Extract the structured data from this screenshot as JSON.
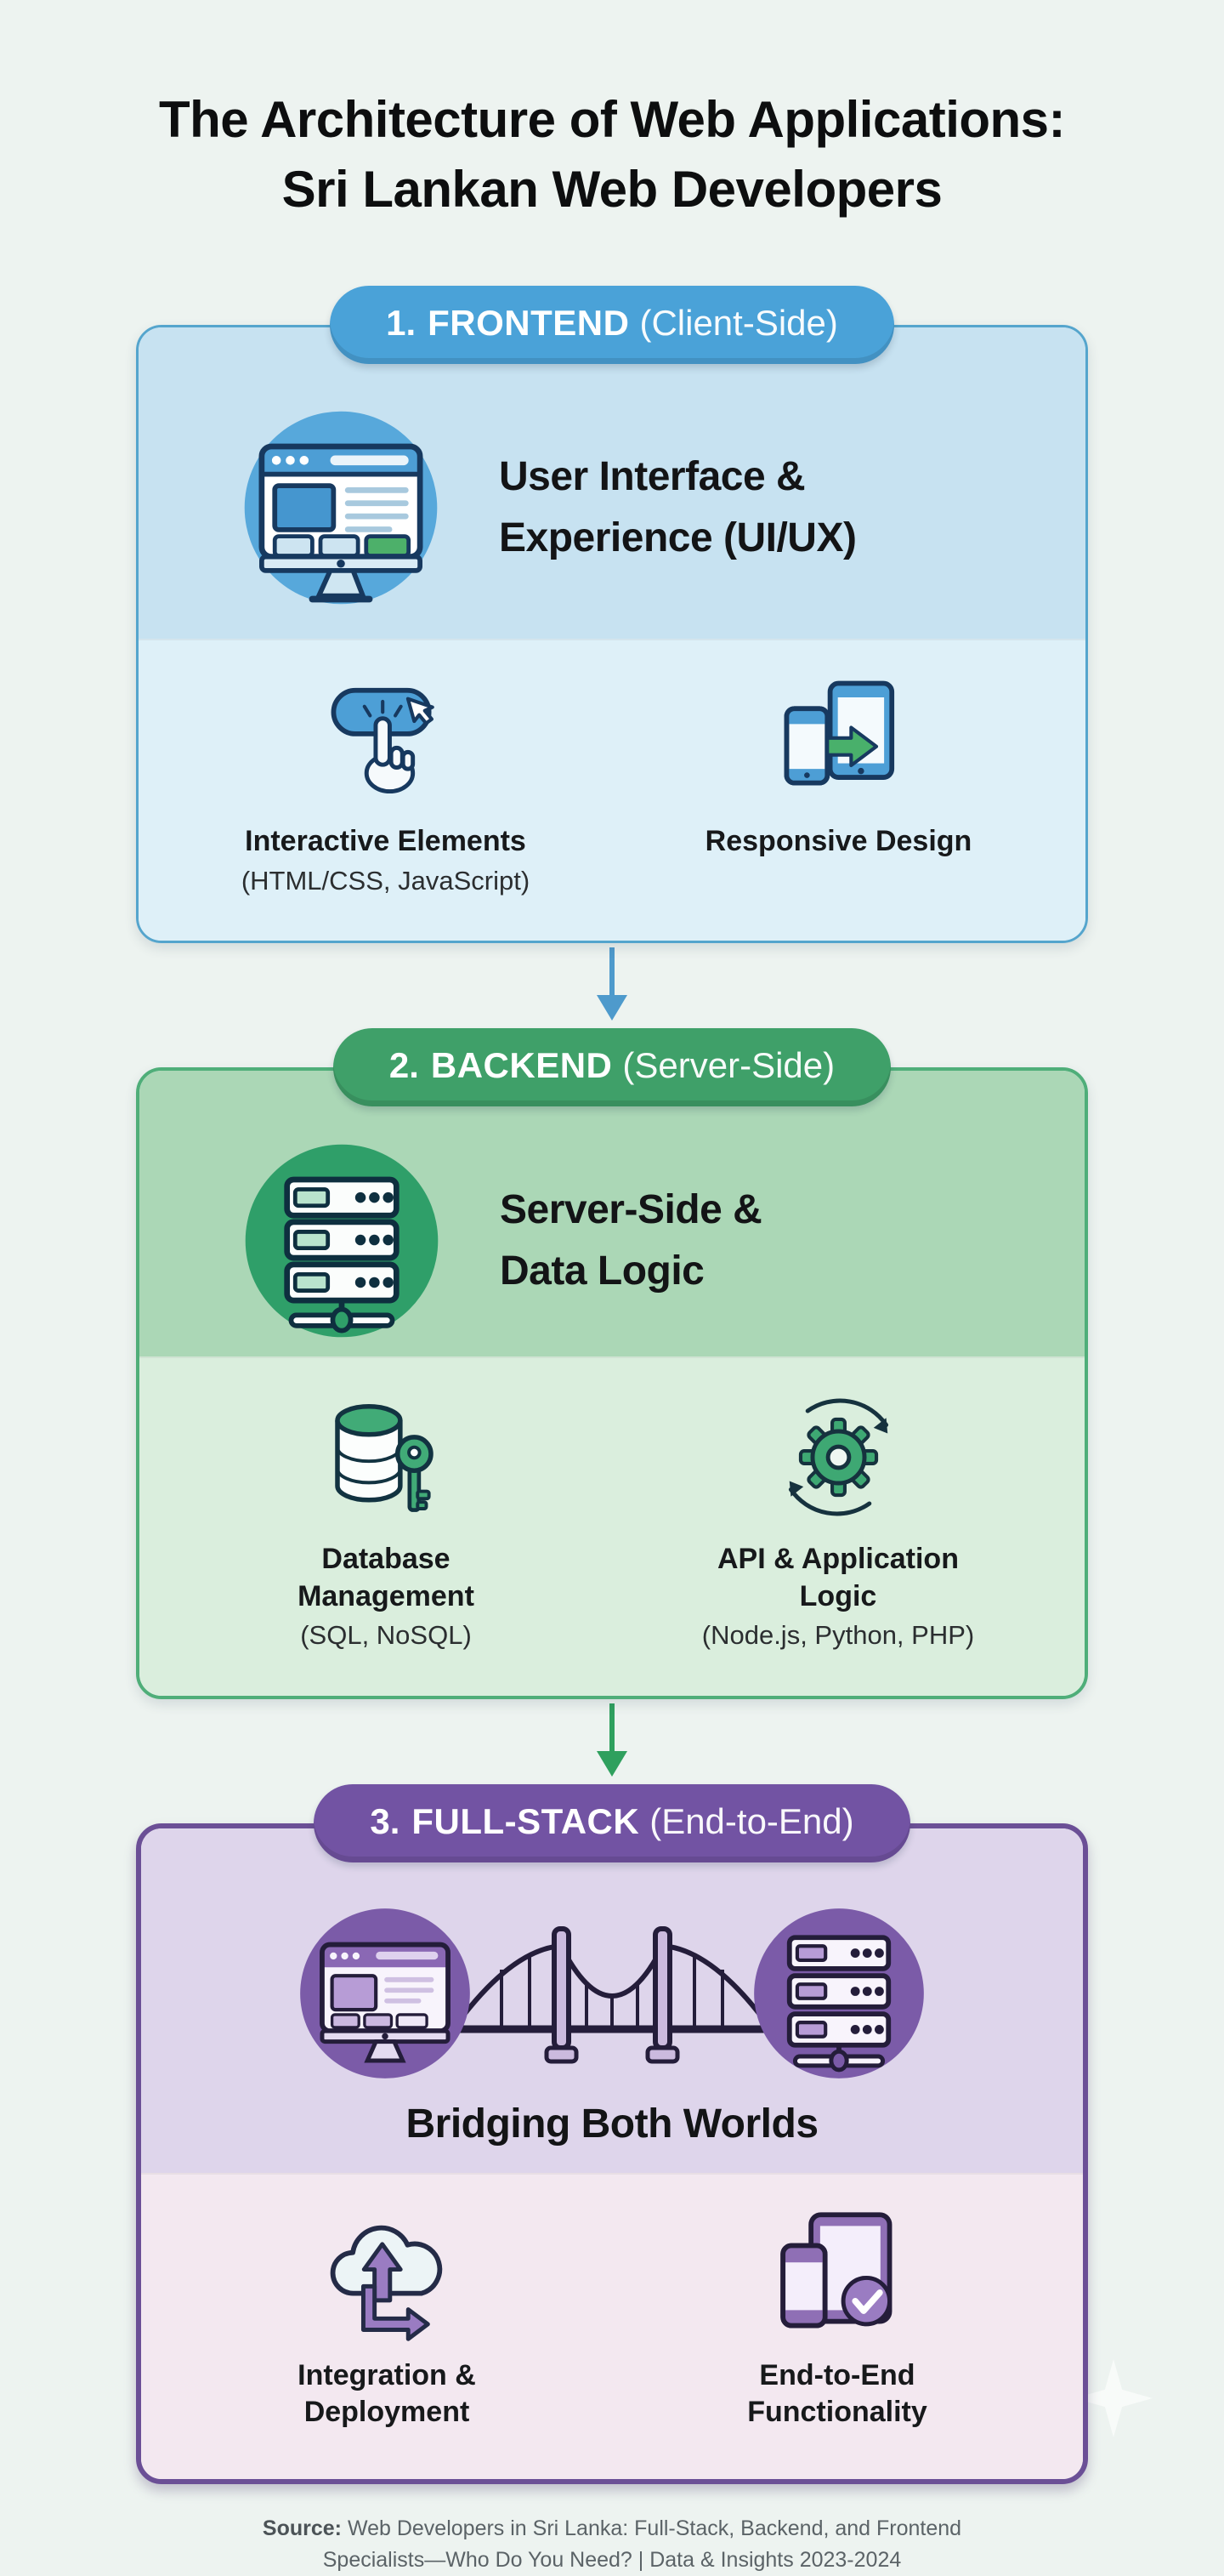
{
  "page": {
    "title": {
      "line1": "The Architecture of Web Applications:",
      "line2": "Sri Lankan Web Developers"
    },
    "footer": {
      "source_label": "Source:",
      "line1": " Web Developers in Sri Lanka: Full-Stack, Backend, and Frontend",
      "line2": "Specialists—Who Do You Need? | Data & Insights 2023-2024"
    }
  },
  "colors": {
    "background": "#edf3f0",
    "frontend_accent": "#4aa2d8",
    "frontend_card_top": "#c7e2f1",
    "frontend_card_bottom": "#def0f8",
    "backend_accent": "#3fa069",
    "backend_card_top": "#abd7b6",
    "backend_card_bottom": "#daeedd",
    "fullstack_accent": "#7253a3",
    "fullstack_card_top": "#ded5eb",
    "fullstack_card_bottom": "#f3e8f0",
    "arrow_blue": "#4e9acc",
    "arrow_green": "#2fa05e",
    "green_button": "#4db06a",
    "title_ink": "#0d0e0f"
  },
  "sections": [
    {
      "id": "frontend",
      "pill": {
        "number": "1.",
        "title": "FRONTEND",
        "subtitle": "(Client-Side)"
      },
      "hero": {
        "icon": "browser-monitor-icon",
        "heading_line1": "User Interface &",
        "heading_line2": "Experience (UI/UX)"
      },
      "features": [
        {
          "icon": "click-button-icon",
          "label": "Interactive Elements",
          "sub": "(HTML/CSS, JavaScript)"
        },
        {
          "icon": "responsive-devices-icon",
          "label": "Responsive Design",
          "sub": ""
        }
      ]
    },
    {
      "id": "backend",
      "pill": {
        "number": "2.",
        "title": "BACKEND",
        "subtitle": "(Server-Side)"
      },
      "hero": {
        "icon": "server-stack-icon",
        "heading_line1": "Server-Side &",
        "heading_line2": "Data Logic"
      },
      "features": [
        {
          "icon": "database-key-icon",
          "label": "Database Management",
          "sub": "(SQL, NoSQL)"
        },
        {
          "icon": "api-gear-sync-icon",
          "label": "API & Application Logic",
          "sub": "(Node.js, Python, PHP)"
        }
      ]
    },
    {
      "id": "fullstack",
      "pill": {
        "number": "3.",
        "title": "FULL-STACK",
        "subtitle": "(End-to-End)"
      },
      "hero": {
        "icons": [
          "frontend-browser-icon",
          "bridge-icon",
          "backend-servers-icon"
        ],
        "heading": "Bridging Both Worlds"
      },
      "features": [
        {
          "icon": "cloud-deploy-icon",
          "label": "Integration & Deployment",
          "sub": ""
        },
        {
          "icon": "devices-check-icon",
          "label": "End-to-End Functionality",
          "sub": ""
        }
      ]
    }
  ]
}
